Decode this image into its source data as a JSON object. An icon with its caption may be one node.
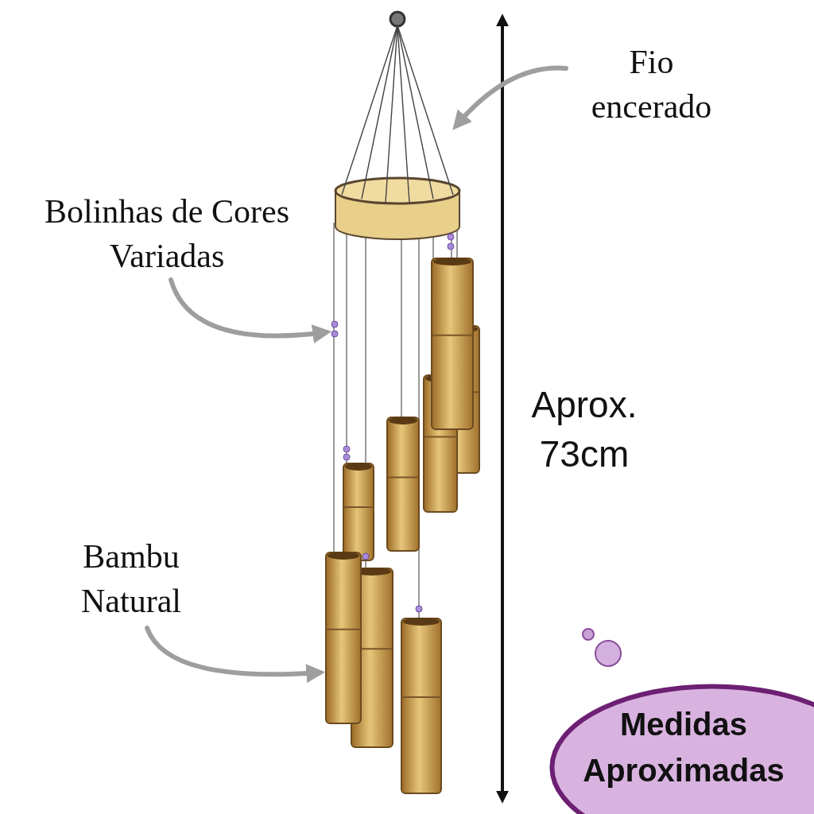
{
  "diagram": {
    "nodes": [
      {
        "text": [
          "Fio encerado"
        ]
      },
      {
        "text": [
          "Bolinhas de Cores Variadas"
        ]
      },
      {
        "text": [
          "Bambu Natural"
        ]
      },
      {
        "text": [],
        "shape": "picture"
      },
      {
        "text": [],
        "shape": "picture"
      },
      {
        "text": [],
        "shape": "picture"
      },
      {
        "text": [
          "Medidas Aproximadas"
        ]
      }
    ],
    "edges": [
      {
        "from": 0,
        "to": 3,
        "arrow": "to"
      },
      {
        "from": 1,
        "to": 4,
        "arrow": "to"
      },
      {
        "from": 2,
        "to": 5,
        "arrow": "to"
      }
    ],
    "labels": [
      "Aprox. 73cm"
    ]
  }
}
